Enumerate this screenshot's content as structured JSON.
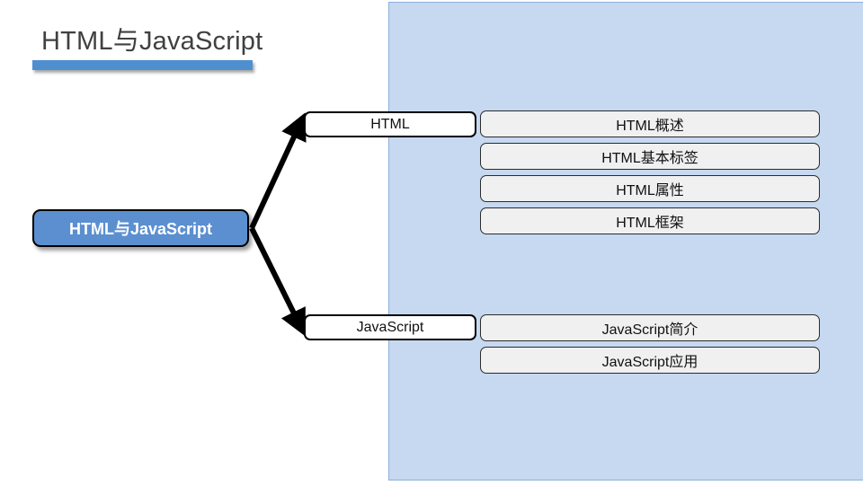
{
  "slide": {
    "title": "HTML与JavaScript",
    "accent_color": "#4F8FD0",
    "panel_color": "#C6D9F1",
    "panel_border_color": "#8FAEDC",
    "title_color": "#404040"
  },
  "diagram": {
    "root": {
      "label": "HTML与JavaScript",
      "fill": "#5B8FD0",
      "text_color": "#FFFFFF"
    },
    "branches": [
      {
        "label": "HTML",
        "fill": "#FFFFFF",
        "children": [
          {
            "label": "HTML概述"
          },
          {
            "label": "HTML基本标签"
          },
          {
            "label": "HTML属性"
          },
          {
            "label": "HTML框架"
          }
        ]
      },
      {
        "label": "JavaScript",
        "fill": "#FFFFFF",
        "children": [
          {
            "label": "JavaScript简介"
          },
          {
            "label": "JavaScript应用"
          }
        ]
      }
    ],
    "leaf_fill": "#F0F0F0",
    "connector_color": "#000000"
  }
}
